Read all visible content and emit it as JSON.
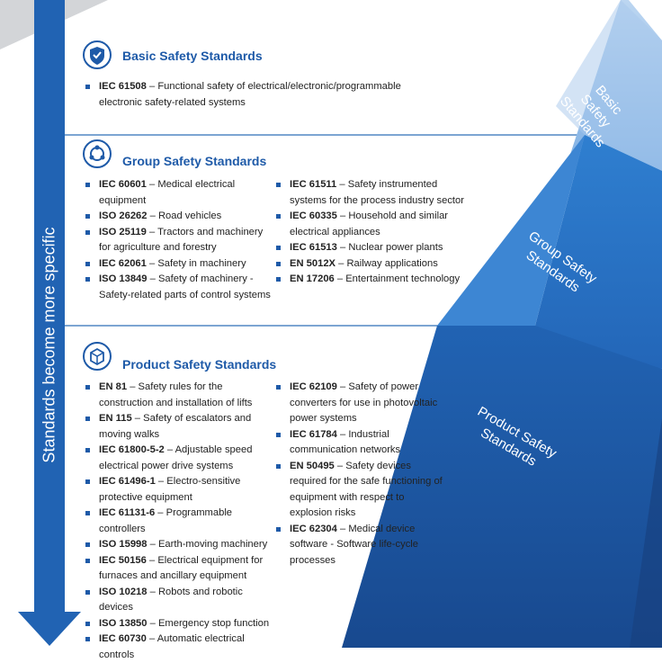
{
  "arrow": {
    "label": "Standards become more specific"
  },
  "pyramid": {
    "levels": [
      {
        "label": "Basic\nSafety\nStandards"
      },
      {
        "label": "Group Safety\nStandards"
      },
      {
        "label": "Product Safety\nStandards"
      }
    ]
  },
  "basic": {
    "title": "Basic Safety Standards",
    "items": [
      {
        "code": "IEC 61508",
        "desc": "Functional safety of electrical/electronic/programmable electronic safety-related systems"
      }
    ]
  },
  "group": {
    "title": "Group Safety Standards",
    "left": [
      {
        "code": "IEC 60601",
        "desc": "Medical electrical equipment"
      },
      {
        "code": "ISO 26262",
        "desc": "Road vehicles"
      },
      {
        "code": "ISO 25119",
        "desc": "Tractors and machinery for agriculture and forestry"
      },
      {
        "code": "IEC 62061",
        "desc": "Safety in machinery"
      },
      {
        "code": "ISO 13849",
        "desc": "Safety of machinery - Safety-related parts of control systems"
      }
    ],
    "right": [
      {
        "code": "IEC 61511",
        "desc": "Safety instrumented systems for the process industry sector"
      },
      {
        "code": "IEC 60335",
        "desc": "Household and similar electrical appliances"
      },
      {
        "code": "IEC 61513",
        "desc": "Nuclear power plants"
      },
      {
        "code": "EN 5012X",
        "desc": "Railway applications"
      },
      {
        "code": "EN 17206",
        "desc": "Entertainment technology"
      }
    ]
  },
  "product": {
    "title": "Product Safety Standards",
    "left": [
      {
        "code": "EN 81",
        "desc": "Safety rules for the construction and installation of lifts"
      },
      {
        "code": "EN 115",
        "desc": "Safety of escalators and moving walks"
      },
      {
        "code": "IEC 61800-5-2",
        "desc": "Adjustable speed electrical power drive systems"
      },
      {
        "code": "IEC 61496-1",
        "desc": "Electro-sensitive protective equipment"
      },
      {
        "code": "IEC 61131-6",
        "desc": "Programmable controllers"
      },
      {
        "code": "ISO 15998",
        "desc": "Earth-moving machinery"
      },
      {
        "code": "IEC 50156",
        "desc": "Electrical equipment for furnaces and ancillary equipment"
      },
      {
        "code": "ISO 10218",
        "desc": "Robots and robotic devices"
      },
      {
        "code": "ISO 13850",
        "desc": "Emergency stop function"
      },
      {
        "code": "IEC 60730",
        "desc": "Automatic electrical controls"
      }
    ],
    "right": [
      {
        "code": "IEC 62109",
        "desc": "Safety of power converters for use in photovoltaic power systems"
      },
      {
        "code": "IEC 61784",
        "desc": "Industrial communication networks"
      },
      {
        "code": "EN 50495",
        "desc": "Safety devices required for the safe functioning of equipment with respect to explosion risks"
      },
      {
        "code": "IEC 62304",
        "desc": "Medical device software - Software life-cycle processes"
      }
    ]
  },
  "colors": {
    "accent": "#1e5aa8",
    "arrow": "#1f5fae",
    "pyramid_top": "#8fb8e6",
    "pyramid_mid": "#2a76c6",
    "pyramid_bottom": "#1c56a5"
  }
}
